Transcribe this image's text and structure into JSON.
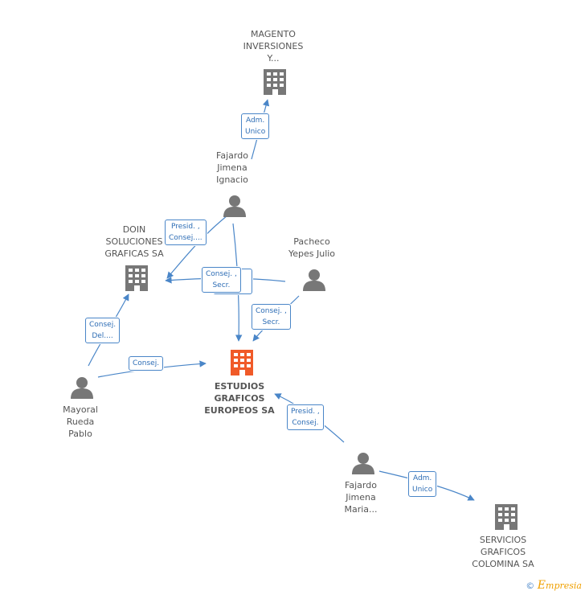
{
  "colors": {
    "edge": "#4a86c8",
    "company": "#777777",
    "main_company": "#f05a28",
    "person": "#777777"
  },
  "nodes": {
    "magento": {
      "label": "MAGENTO\nINVERSIONES\nY...",
      "icon": "building-icon"
    },
    "fajardo_ignacio": {
      "label": "Fajardo\nJimena\nIgnacio",
      "icon": "person-icon"
    },
    "doin": {
      "label": "DOIN\nSOLUCIONES\nGRAFICAS SA",
      "icon": "building-icon"
    },
    "pacheco": {
      "label": "Pacheco\nYepes Julio",
      "icon": "person-icon"
    },
    "estudios": {
      "label": "ESTUDIOS\nGRAFICOS\nEUROPEOS SA",
      "icon": "building-icon"
    },
    "mayoral": {
      "label": "Mayoral\nRueda\nPablo",
      "icon": "person-icon"
    },
    "fajardo_maria": {
      "label": "Fajardo\nJimena\nMaria...",
      "icon": "person-icon"
    },
    "servicios": {
      "label": "SERVICIOS\nGRAFICOS\nCOLOMINA SA",
      "icon": "building-icon"
    }
  },
  "edges": {
    "adm_unico_1": "Adm.\nUnico",
    "presid_consej_1": "Presid. ,\nConsej....",
    "consej_secr_1": "Consej. ,\nSecr.",
    "consej_secr_2": "Consej. ,\nSecr.",
    "consej_del": "Consej.\nDel....",
    "consej": "Consej.",
    "presid_consej_2": "Presid. ,\nConsej.",
    "adm_unico_2": "Adm.\nUnico"
  },
  "footer": {
    "copyright": "©",
    "brand": "mpresia",
    "brand_initial": "E"
  }
}
